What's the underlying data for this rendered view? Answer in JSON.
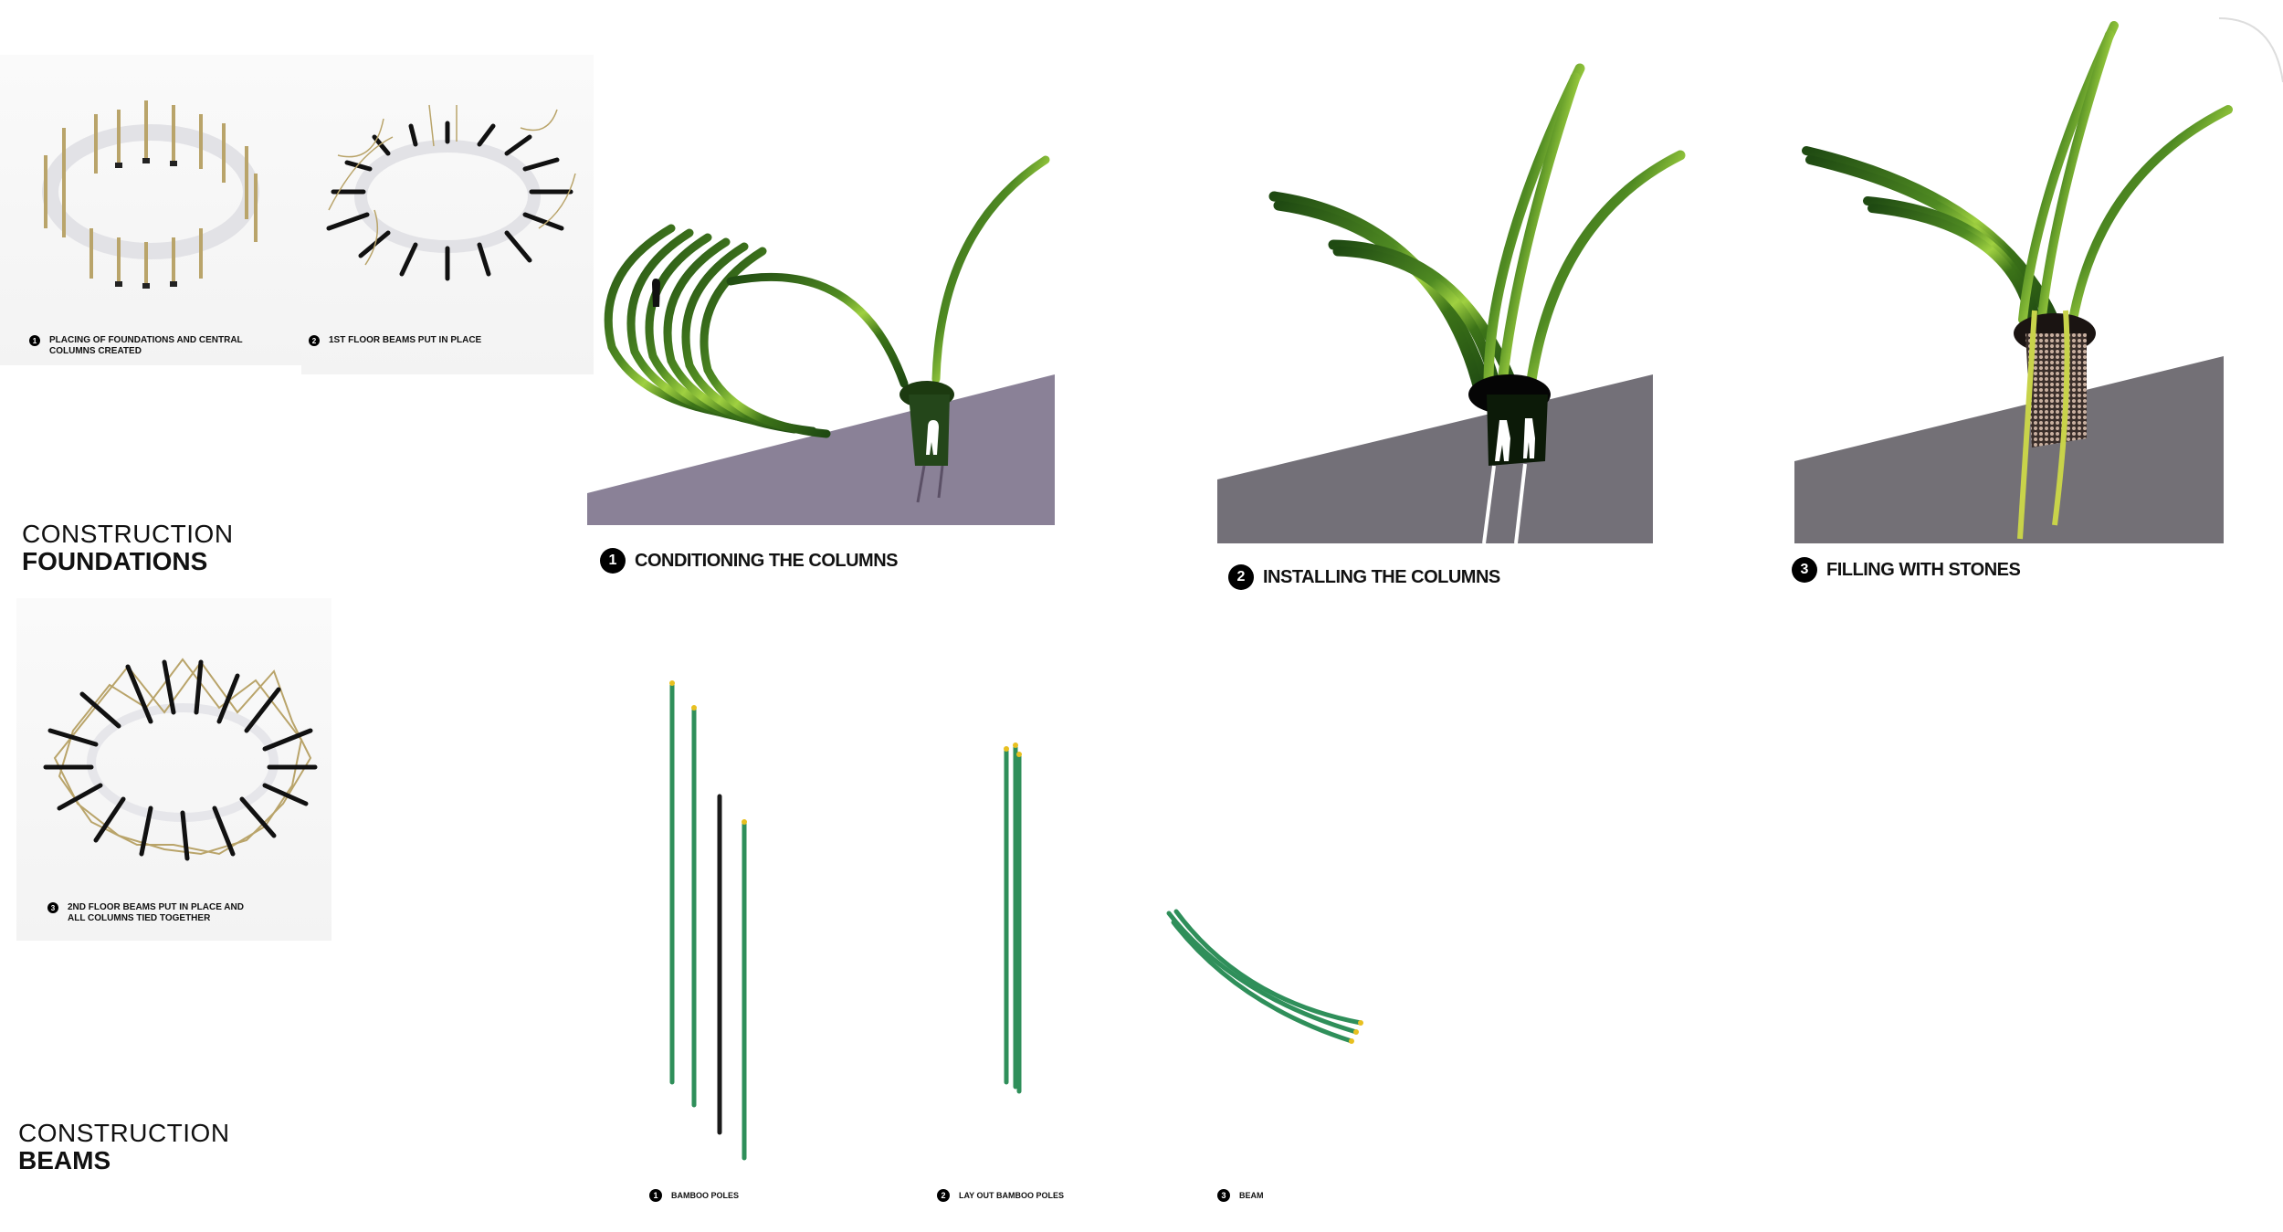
{
  "sections": {
    "foundations": {
      "title_light": "CONSTRUCTION",
      "title_bold": "FOUNDATIONS"
    },
    "beams": {
      "title_light": "CONSTRUCTION",
      "title_bold": "BEAMS"
    }
  },
  "ring_steps": [
    {
      "num": "1",
      "label": "PLACING OF FOUNDATIONS AND CENTRAL COLUMNS CREATED"
    },
    {
      "num": "2",
      "label": "1ST FLOOR BEAMS PUT IN PLACE"
    },
    {
      "num": "3",
      "label": "2ND FLOOR BEAMS PUT IN PLACE AND ALL COLUMNS TIED TOGETHER"
    }
  ],
  "foundation_steps": [
    {
      "num": "1",
      "label": "CONDITIONING THE COLUMNS"
    },
    {
      "num": "2",
      "label": "INSTALLING THE COLUMNS"
    },
    {
      "num": "3",
      "label": "FILLING WITH STONES"
    }
  ],
  "beam_steps": [
    {
      "num": "1",
      "label": "BAMBOO POLES"
    },
    {
      "num": "2",
      "label": "LAY OUT BAMBOO POLES"
    },
    {
      "num": "3",
      "label": "BEAM"
    }
  ],
  "colors": {
    "bamboo_dark": "#1f4a12",
    "bamboo_light": "#8fc43a",
    "slope_1": "#8a8197",
    "slope_2": "#737078",
    "slope_3": "#737076",
    "pole_green": "#2f8f5a",
    "ring_tan": "#b9a46a"
  }
}
